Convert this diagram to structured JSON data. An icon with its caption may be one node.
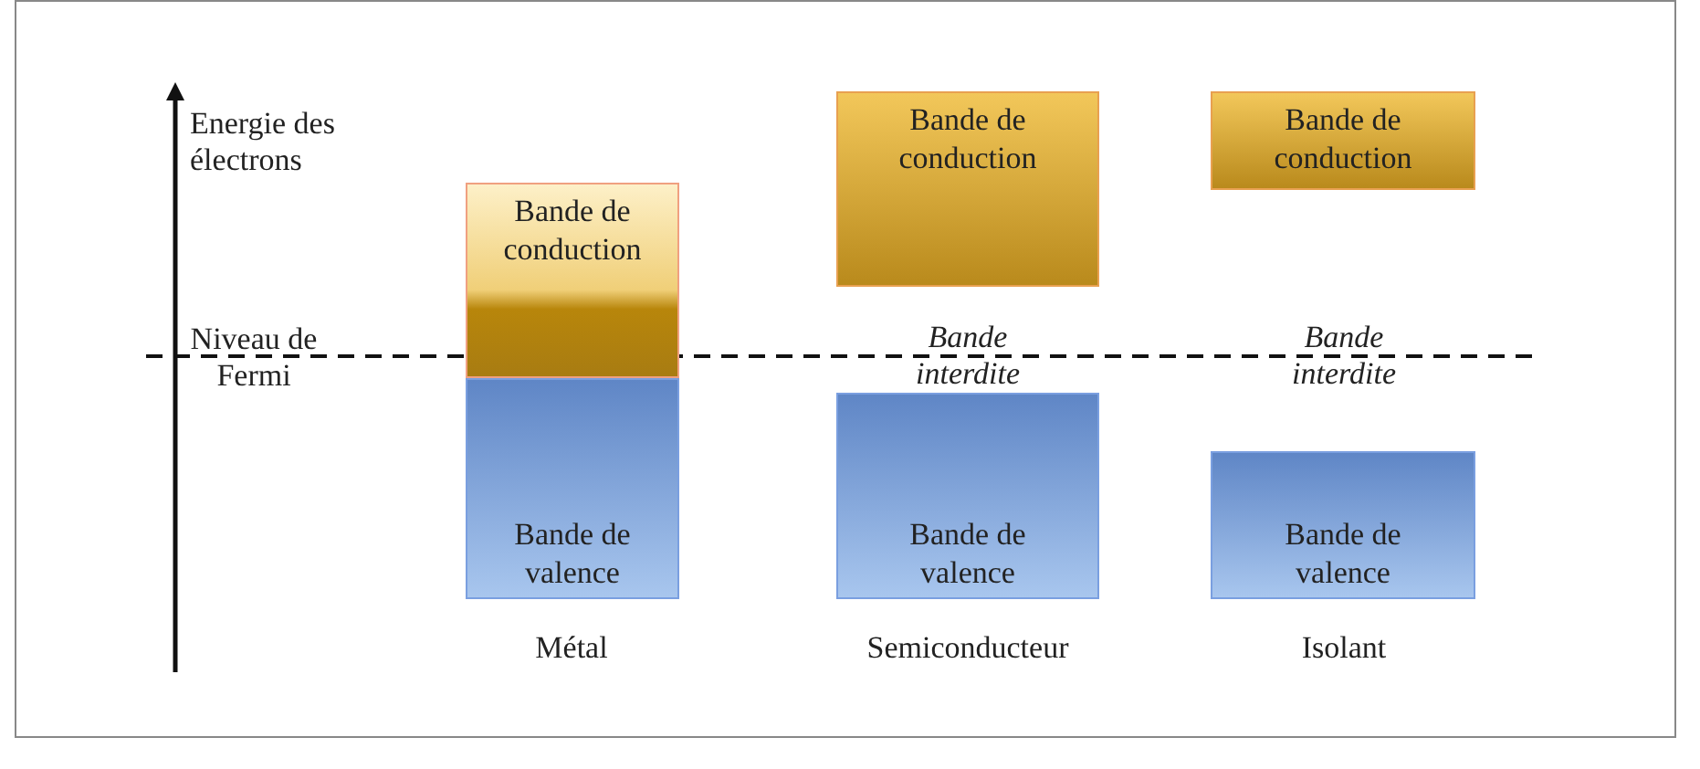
{
  "diagram": {
    "nodes": [
      {
        "text": [
          "Bande de conduction"
        ]
      },
      {
        "text": [
          "Bande de conduction"
        ]
      },
      {
        "text": [
          "Bande de conduction"
        ]
      },
      {
        "text": [
          "Bande de valence"
        ]
      },
      {
        "text": [
          "Bande de valence"
        ]
      },
      {
        "text": [
          "Bande de valence"
        ]
      }
    ],
    "labels": [
      "Energie des électrons",
      "Niveau de Fermi",
      "Bande interdite",
      "Bande interdite",
      "Métal",
      "Semiconducteur",
      "Isolant"
    ]
  }
}
